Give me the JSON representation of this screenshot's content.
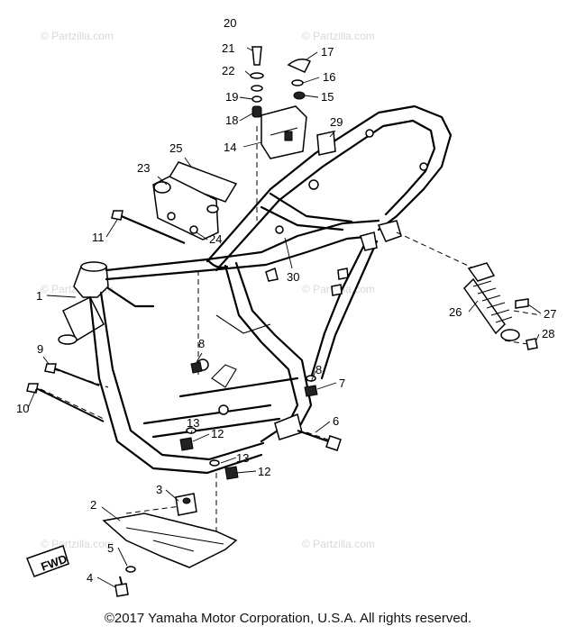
{
  "diagram": {
    "callouts": [
      "1",
      "2",
      "3",
      "4",
      "5",
      "6",
      "7",
      "8",
      "9",
      "10",
      "11",
      "12",
      "13",
      "14",
      "15",
      "16",
      "17",
      "18",
      "19",
      "20",
      "21",
      "22",
      "23",
      "24",
      "25",
      "26",
      "27",
      "28",
      "29",
      "30",
      "8",
      "12",
      "13"
    ],
    "fwd_label": "FWD",
    "watermark": "© Partzilla.com",
    "copyright": "©2017 Yamaha Motor Corporation, U.S.A. All rights reserved."
  }
}
